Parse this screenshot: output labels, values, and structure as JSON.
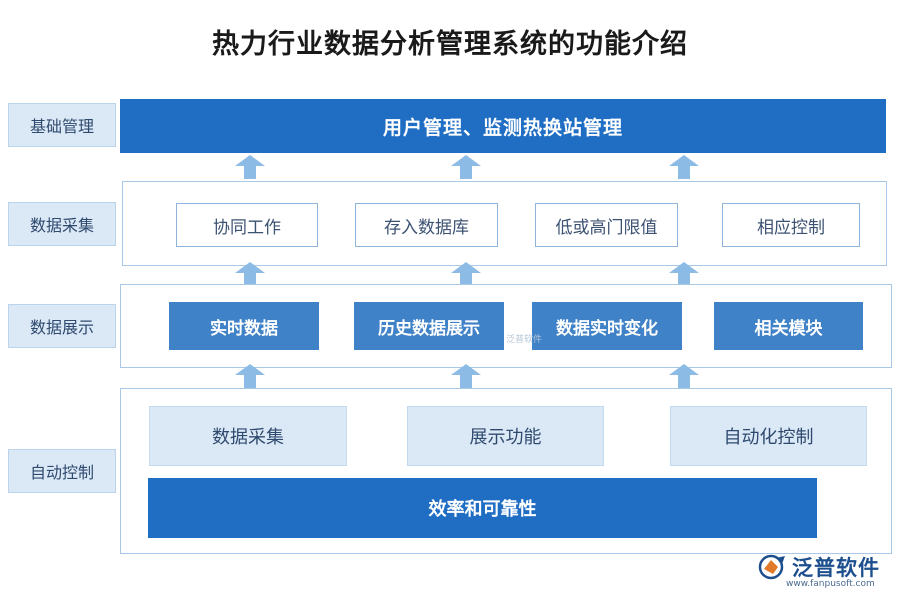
{
  "title": "热力行业数据分析管理系统的功能介绍",
  "colors": {
    "dark_blue": "#1f6ec4",
    "mid_blue": "#3f82c7",
    "light_blue": "#dbe9f7",
    "arrow_blue": "#8cbbe6",
    "panel_border": "#a8c8e6"
  },
  "side_labels": [
    "基础管理",
    "数据采集",
    "数据展示",
    "自动控制"
  ],
  "basic": {
    "bar": "用户管理、监测热换站管理"
  },
  "collect": {
    "boxes": [
      "协同工作",
      "存入数据库",
      "低或高门限值",
      "相应控制"
    ]
  },
  "display": {
    "boxes": [
      "实时数据",
      "历史数据展示",
      "数据实时变化",
      "相关模块"
    ]
  },
  "auto": {
    "boxes": [
      "数据采集",
      "展示功能",
      "自动化控制"
    ],
    "bar": "效率和可靠性"
  },
  "arrow_icon": "up-arrow-icon",
  "watermark": "泛普软件",
  "logo": {
    "name": "泛普软件",
    "url": "www.fanpusoft.com",
    "icon": "fanpu-logo-icon"
  }
}
